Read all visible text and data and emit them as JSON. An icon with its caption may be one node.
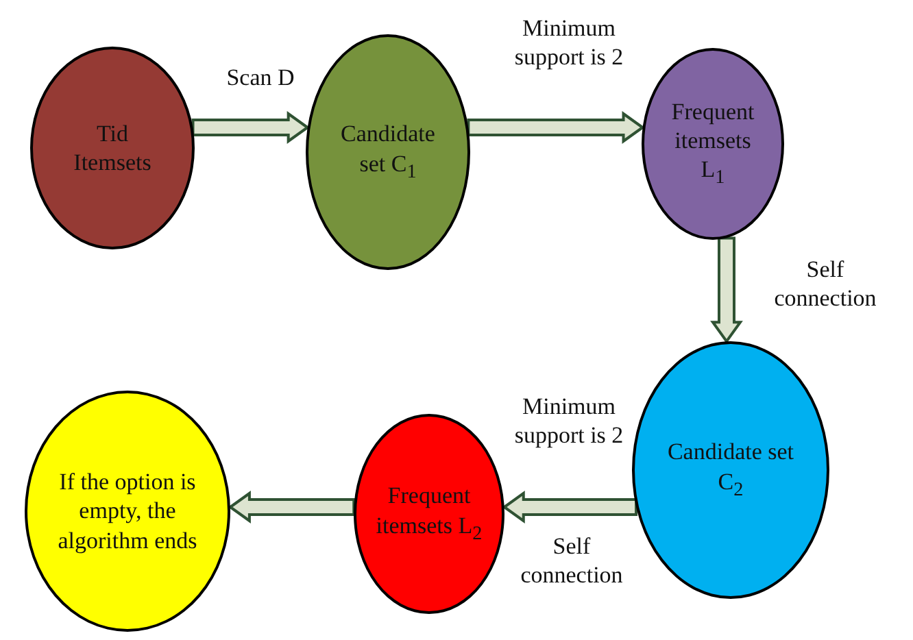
{
  "diagram": {
    "nodes": [
      {
        "text": [
          "Tid Itemsets"
        ]
      },
      {
        "text": [
          "Candidate set C$_{1}$"
        ]
      },
      {
        "text": [
          "Frequent itemsets L$_{1}$"
        ]
      },
      {
        "text": [
          "Candidate set C$_{2}$"
        ]
      },
      {
        "text": [
          "Frequent itemsets L$_{2}$"
        ]
      },
      {
        "text": [
          "If the option is empty, the algorithm ends"
        ]
      }
    ],
    "edges": [
      {
        "from": 0,
        "to": 1,
        "arrow": "to",
        "label": "Scan D"
      },
      {
        "from": 1,
        "to": 2,
        "arrow": "to",
        "label": "Minimum support is 2"
      },
      {
        "from": 2,
        "to": 3,
        "arrow": "to",
        "label": "Self connection"
      },
      {
        "from": 3,
        "to": 4,
        "arrow": "to",
        "label": "Minimum support is 2"
      },
      {
        "from": 4,
        "to": 5,
        "arrow": "to"
      }
    ],
    "labels": [
      "Self connection"
    ]
  }
}
